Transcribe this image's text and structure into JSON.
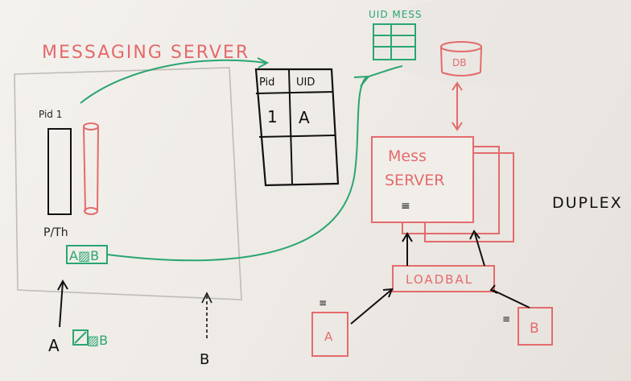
{
  "diagram": {
    "title": "MESSAGING SERVER",
    "left": {
      "pid_label": "Pid 1",
      "process_thread_label": "P/Th",
      "connection_label": "A▨B",
      "client_a": "A",
      "client_a_to_b": "▨B",
      "client_b": "B"
    },
    "table": {
      "headers": [
        "Pid",
        "UID"
      ],
      "rows": [
        [
          "1",
          "A"
        ],
        [
          "",
          ""
        ]
      ]
    },
    "top_right": {
      "uid_mess_label": "UID MESS",
      "db_label": "DB"
    },
    "mess_server": {
      "line1": "Mess",
      "line2": "SERVER",
      "mark": "≡"
    },
    "duplex_label": "DUPLEX",
    "load_balancer_label": "LOADBAL",
    "clients": {
      "a": "A",
      "b": "B",
      "mark": "≡"
    }
  }
}
